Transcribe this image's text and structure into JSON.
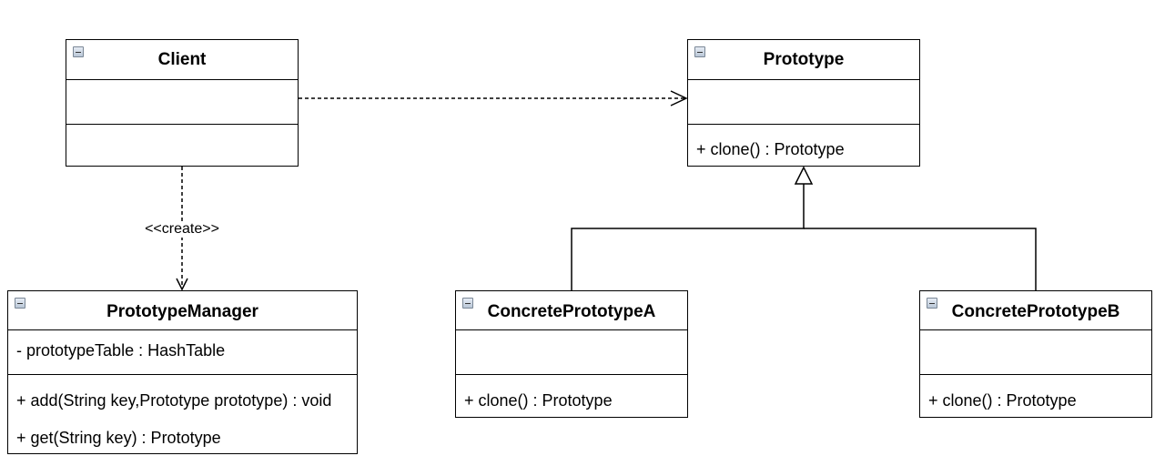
{
  "classes": {
    "client": {
      "name": "Client",
      "attributes": [],
      "methods": []
    },
    "prototype": {
      "name": "Prototype",
      "attributes": [],
      "methods": [
        "+ clone() : Prototype"
      ]
    },
    "manager": {
      "name": "PrototypeManager",
      "attributes": [
        "- prototypeTable : HashTable"
      ],
      "methods": [
        "+ add(String key,Prototype prototype) : void",
        "+ get(String key) : Prototype"
      ]
    },
    "concrete_a": {
      "name": "ConcretePrototypeA",
      "attributes": [],
      "methods": [
        "+ clone() : Prototype"
      ]
    },
    "concrete_b": {
      "name": "ConcretePrototypeB",
      "attributes": [],
      "methods": [
        "+ clone() : Prototype"
      ]
    }
  },
  "relations": {
    "create_label": "<<create>>"
  },
  "icons": {
    "collapse": "collapse-icon"
  },
  "colors": {
    "line": "#000000",
    "background": "#ffffff"
  }
}
